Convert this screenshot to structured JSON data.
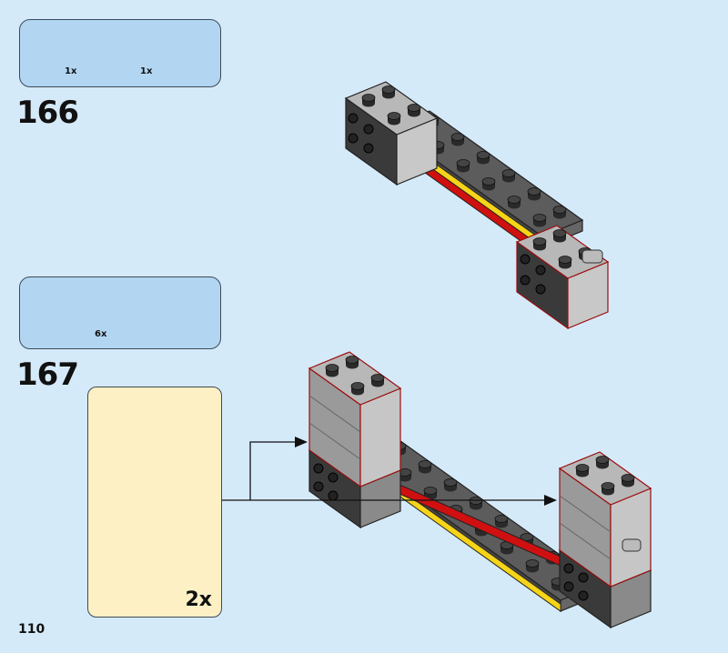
{
  "page_number": "110",
  "steps": [
    {
      "number": "166",
      "parts": [
        {
          "name": "brick-2x2-light-gray",
          "qty": "1x"
        },
        {
          "name": "brick-1x2-clip-light-gray",
          "qty": "1x"
        }
      ]
    },
    {
      "number": "167",
      "parts": [
        {
          "name": "brick-2x3-light-gray",
          "qty": "6x"
        }
      ],
      "sub_assembly_multiplier": "2x"
    }
  ],
  "colors": {
    "background": "#d5eaf9",
    "parts_box": "#b2d6f2",
    "sub_panel": "#fdf0c4",
    "light_gray": "#a9a9a9",
    "dark_gray": "#5a5a5a",
    "red": "#d01010",
    "yellow": "#f7d417",
    "arrow_green": "#2c9a45"
  }
}
